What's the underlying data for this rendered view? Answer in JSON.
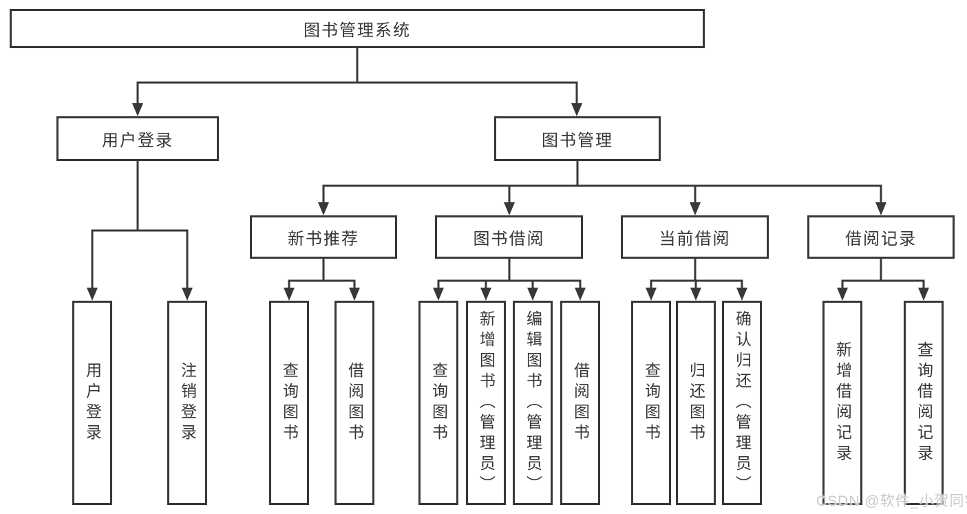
{
  "diagram": {
    "kind": "hierarchy-tree",
    "colors": {
      "line": "#383838",
      "border": "#383838",
      "text": "#363636",
      "background": "#ffffff",
      "watermark": "#c9c9c9"
    }
  },
  "tree": {
    "root": {
      "label": "图书管理系统",
      "children": [
        {
          "label": "用户登录",
          "children": [
            {
              "label": "用户登录"
            },
            {
              "label": "注销登录"
            }
          ]
        },
        {
          "label": "图书管理",
          "children": [
            {
              "label": "新书推荐",
              "children": [
                {
                  "label": "查询图书"
                },
                {
                  "label": "借阅图书"
                }
              ]
            },
            {
              "label": "图书借阅",
              "children": [
                {
                  "label": "查询图书"
                },
                {
                  "label": "新增图书（管理员）"
                },
                {
                  "label": "编辑图书（管理员）"
                },
                {
                  "label": "借阅图书"
                }
              ]
            },
            {
              "label": "当前借阅",
              "children": [
                {
                  "label": "查询图书"
                },
                {
                  "label": "归还图书"
                },
                {
                  "label": "确认归还（管理员）"
                }
              ]
            },
            {
              "label": "借阅记录",
              "children": [
                {
                  "label": "新增借阅记录"
                },
                {
                  "label": "查询借阅记录"
                }
              ]
            }
          ]
        }
      ]
    }
  },
  "watermark": {
    "text": "CSDN @软件_小贺同学"
  }
}
